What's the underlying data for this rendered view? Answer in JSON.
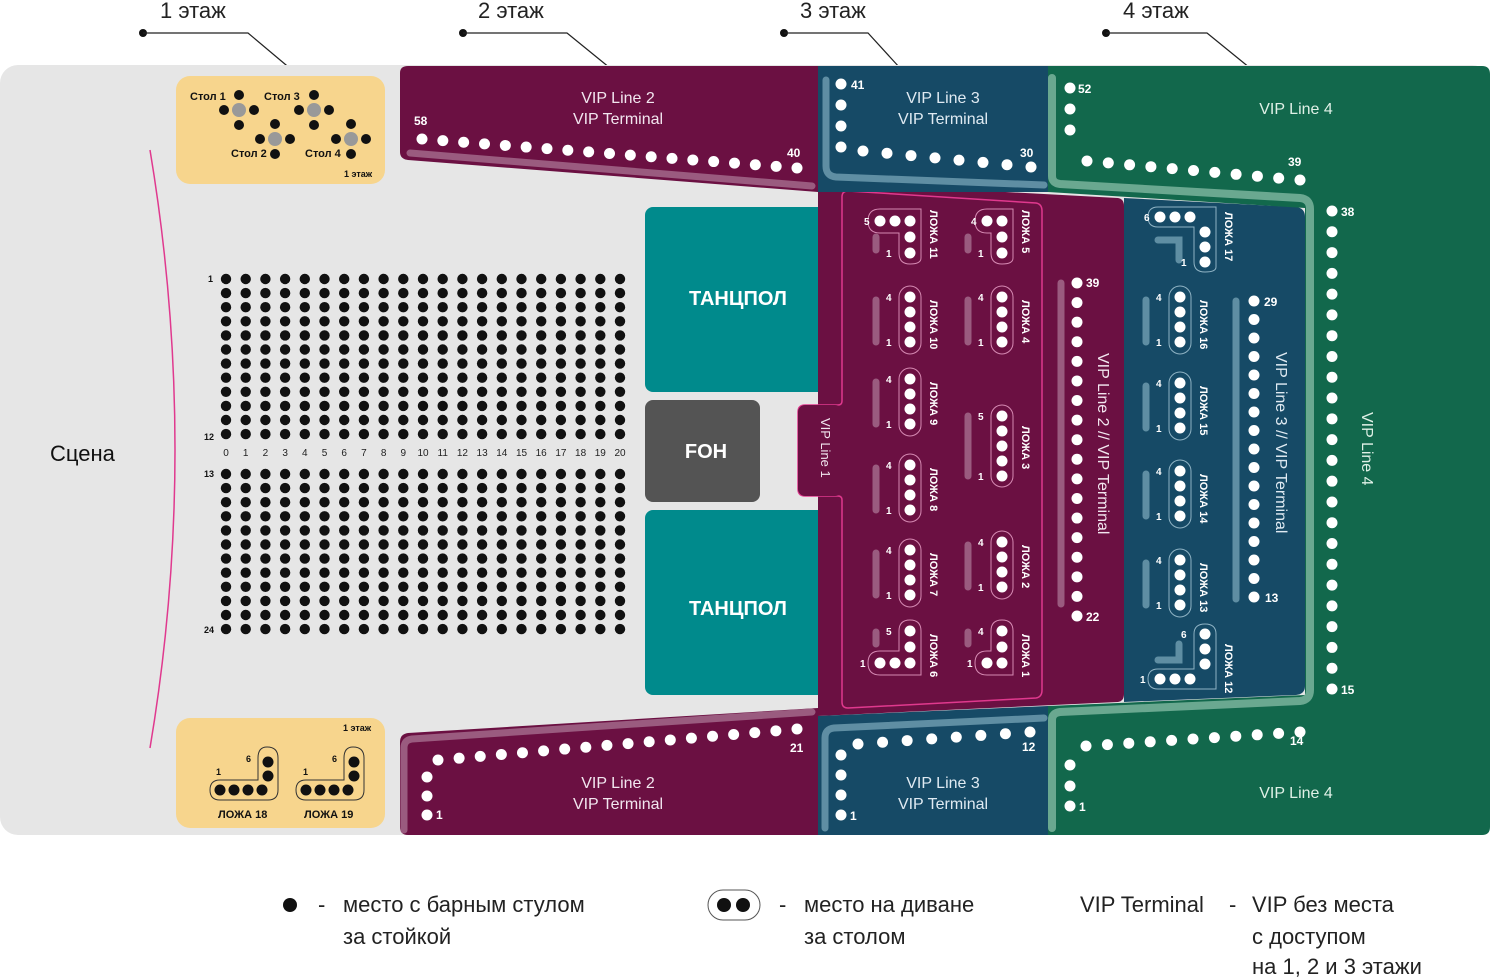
{
  "floors": [
    {
      "label": "1 этаж"
    },
    {
      "label": "2 этаж"
    },
    {
      "label": "3 этаж"
    },
    {
      "label": "4 этаж"
    }
  ],
  "stage": {
    "label": "Сцена"
  },
  "colors": {
    "background": "#e6e6e6",
    "vip2": "#6b1042",
    "vip3": "#164a66",
    "vip4": "#12684c",
    "dancefloor": "#008a8c",
    "foh": "#545454",
    "yellow": "#f7d58d",
    "accent_pink": "#e0398e",
    "seat_dark": "#111111",
    "seat_light": "#ffffff"
  },
  "tables_area": {
    "tables": [
      "Стол 1",
      "Стол 2",
      "Стол 3",
      "Стол 4"
    ],
    "floor_note": "1 этаж"
  },
  "bottom_yellow": {
    "floor_note": "1 этаж",
    "boxes": [
      {
        "label": "ЛОЖА 18",
        "first": "1",
        "last": "6"
      },
      {
        "label": "ЛОЖА 19",
        "first": "1",
        "last": "6"
      }
    ]
  },
  "parterre": {
    "rows_top": {
      "first": "1",
      "last": "12"
    },
    "rows_bottom": {
      "first": "13",
      "last": "24"
    },
    "columns": [
      "0",
      "1",
      "2",
      "3",
      "4",
      "5",
      "6",
      "7",
      "8",
      "9",
      "10",
      "11",
      "12",
      "13",
      "14",
      "15",
      "16",
      "17",
      "18",
      "19",
      "20"
    ],
    "rows_per_block": 12
  },
  "dancefloor": {
    "top": "ТАНЦПОЛ",
    "bottom": "ТАНЦПОЛ"
  },
  "foh": {
    "label": "FOH"
  },
  "vip_line1": {
    "label": "VIP Line 1"
  },
  "vip2_top": {
    "title1": "VIP Line 2",
    "title2": "VIP Terminal",
    "first": "58",
    "last": "40",
    "seats": 19
  },
  "vip2_bottom": {
    "title1": "VIP Line 2",
    "title2": "VIP Terminal",
    "first": "1",
    "last": "21",
    "seats": 21
  },
  "vip2_side": {
    "title": "VIP Line 2 // VIP Terminal",
    "first": "39",
    "last": "22",
    "seats": 18
  },
  "vip3_top": {
    "title1": "VIP Line 3",
    "title2": "VIP Terminal",
    "first": "41",
    "last": "30",
    "seats": 12
  },
  "vip3_bottom": {
    "title1": "VIP Line 3",
    "title2": "VIP Terminal",
    "first": "1",
    "last": "12",
    "seats": 12
  },
  "vip3_side": {
    "title": "VIP Line 3 // VIP Terminal",
    "first": "29",
    "last": "13",
    "seats": 17
  },
  "vip4_top": {
    "title": "VIP Line 4",
    "first": "52",
    "last": "39",
    "seats": 14
  },
  "vip4_bottom": {
    "title": "VIP Line 4",
    "first": "1",
    "last": "14",
    "seats": 14
  },
  "vip4_side": {
    "title": "VIP Line 4",
    "first": "38",
    "last": "15",
    "seats": 24
  },
  "boxes_vip2": [
    {
      "label": "ЛОЖА 11",
      "first": "1",
      "last": "5"
    },
    {
      "label": "ЛОЖА 10",
      "first": "1",
      "last": "4"
    },
    {
      "label": "ЛОЖА 9",
      "first": "1",
      "last": "4"
    },
    {
      "label": "ЛОЖА 8",
      "first": "1",
      "last": "4"
    },
    {
      "label": "ЛОЖА 7",
      "first": "1",
      "last": "4"
    },
    {
      "label": "ЛОЖА 6",
      "first": "1",
      "last": "5"
    },
    {
      "label": "ЛОЖА 5",
      "first": "1",
      "last": "4"
    },
    {
      "label": "ЛОЖА 4",
      "first": "1",
      "last": "4"
    },
    {
      "label": "ЛОЖА 3",
      "first": "1",
      "last": "5"
    },
    {
      "label": "ЛОЖА 2",
      "first": "1",
      "last": "4"
    },
    {
      "label": "ЛОЖА 1",
      "first": "1",
      "last": "4"
    }
  ],
  "boxes_vip3": [
    {
      "label": "ЛОЖА 17",
      "first": "1",
      "last": "6"
    },
    {
      "label": "ЛОЖА 16",
      "first": "1",
      "last": "4"
    },
    {
      "label": "ЛОЖА 15",
      "first": "1",
      "last": "4"
    },
    {
      "label": "ЛОЖА 14",
      "first": "1",
      "last": "4"
    },
    {
      "label": "ЛОЖА 13",
      "first": "1",
      "last": "4"
    },
    {
      "label": "ЛОЖА 12",
      "first": "1",
      "last": "6"
    }
  ],
  "legend": [
    {
      "symbol": "bar-stool-seat-icon",
      "dash": "-",
      "line1": "место с барным стулом",
      "line2": "за стойкой"
    },
    {
      "symbol": "sofa-seat-icon",
      "dash": "-",
      "line1": "место на диване",
      "line2": "за столом"
    },
    {
      "symbol_text": "VIP Terminal",
      "dash": "-",
      "line1": "VIP без места",
      "line2": "с доступом",
      "line3": "на 1, 2 и 3 этажи"
    }
  ]
}
